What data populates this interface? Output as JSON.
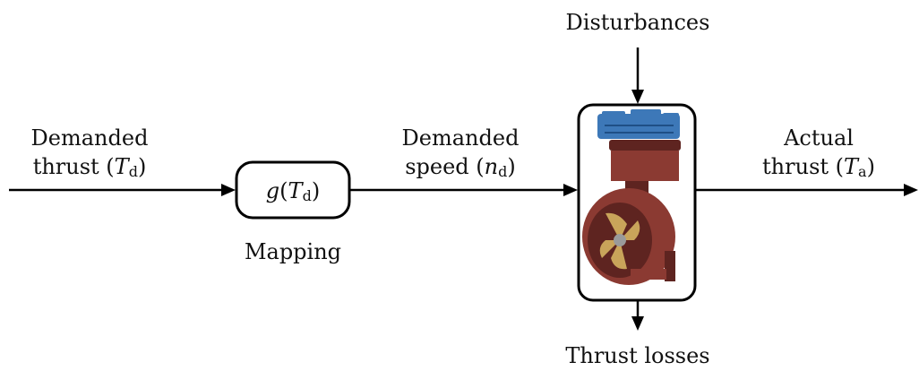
{
  "inputs": {
    "demanded_thrust": {
      "line1": "Demanded",
      "line2_prefix": "thrust (",
      "symbol": "T",
      "subscript": "d",
      "suffix": ")"
    }
  },
  "mapping": {
    "function_name": "g",
    "open_paren": "(",
    "arg_symbol": "T",
    "arg_subscript": "d",
    "close_paren": ")",
    "caption": "Mapping"
  },
  "intermediate": {
    "demanded_speed": {
      "line1": "Demanded",
      "line2_prefix": "speed (",
      "symbol": "n",
      "subscript": "d",
      "suffix": ")"
    }
  },
  "thruster": {
    "top_label": "Disturbances",
    "bottom_label": "Thrust losses",
    "colors": {
      "hull": "#8b3a32",
      "hull_dark": "#5e2420",
      "motor": "#3d78b8",
      "motor_dark": "#1f4f86",
      "propeller": "#c9a45a"
    }
  },
  "outputs": {
    "actual_thrust": {
      "line1": "Actual",
      "line2_prefix": "thrust (",
      "symbol": "T",
      "subscript": "a",
      "suffix": ")"
    }
  }
}
